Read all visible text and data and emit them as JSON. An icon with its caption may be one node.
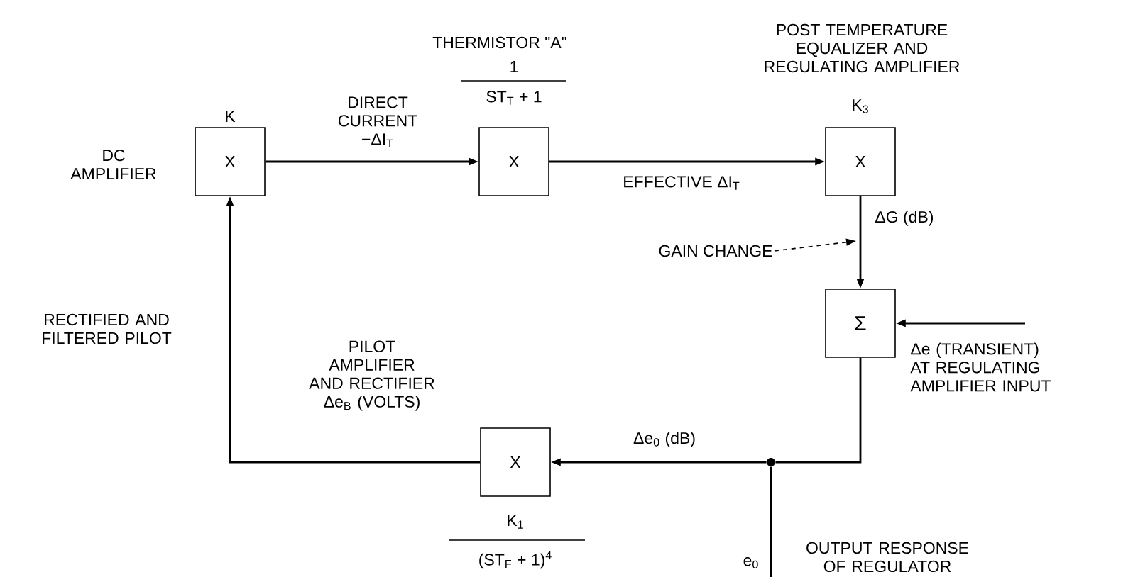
{
  "diagram": {
    "nodes": [
      {
        "text": [
          "X"
        ],
        "beside": [
          "K",
          "DC AMPLIFIER"
        ]
      },
      {
        "text": [
          "X"
        ],
        "beside": [
          "THERMISTOR \"A\"",
          "1",
          "ST$_{T}$ + 1"
        ]
      },
      {
        "text": [
          "X"
        ],
        "beside": [
          "POST TEMPERATURE EQUALIZER AND REGULATING AMPLIFIER",
          "K$_{3}$"
        ]
      },
      {
        "text": [
          "Σ"
        ]
      },
      {
        "text": [
          "X"
        ],
        "beside": [
          "K$_{1}$",
          "(ST$_{F}$ + 1)$^{4}$",
          "PILOT AMPLIFIER AND RECTIFIER Δe$_{B}$ (VOLTS)"
        ]
      },
      {
        "text": [],
        "shape": "circle"
      },
      {
        "text": [
          "GAIN CHANGE"
        ]
      }
    ],
    "edges": [
      {
        "from": 0,
        "to": 1,
        "arrow": "to",
        "label": "DIRECT CURRENT −ΔI$_{T}$"
      },
      {
        "from": 1,
        "to": 2,
        "arrow": "to",
        "label": "EFFECTIVE ΔI$_{T}$"
      },
      {
        "from": 2,
        "to": 3,
        "arrow": "to",
        "label": "ΔG (dB)"
      },
      {
        "from": null,
        "to": 3,
        "arrow": "to",
        "label": "Δe (TRANSIENT) AT REGULATING AMPLIFIER INPUT"
      },
      {
        "from": 3,
        "to": 5,
        "arrow": "none"
      },
      {
        "from": 5,
        "to": 4,
        "arrow": "to",
        "label": "Δe$_{0}$ (dB)"
      },
      {
        "from": 4,
        "to": 0,
        "arrow": "to",
        "label": "RECTIFIED AND FILTERED PILOT"
      },
      {
        "from": 5,
        "to": null,
        "arrow": "none",
        "label": "OUTPUT RESPONSE OF REGULATOR"
      },
      {
        "from": 6,
        "to": null,
        "arrow": "to",
        "style": "dashed"
      }
    ],
    "labels": [
      "e$_{0}$"
    ]
  }
}
